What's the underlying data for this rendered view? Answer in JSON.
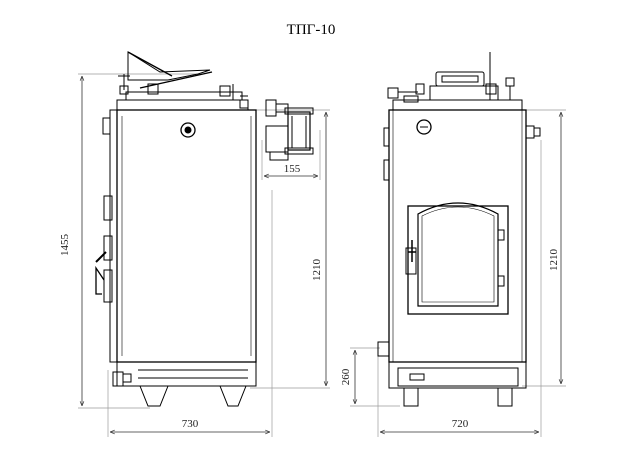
{
  "title": "ТПГ-10",
  "side_view": {
    "dims": {
      "total_height": "1455",
      "body_height": "1210",
      "flue_offset": "155",
      "depth": "730"
    }
  },
  "front_view": {
    "dims": {
      "body_height": "1210",
      "inlet_height": "260",
      "width": "720"
    }
  },
  "colors": {
    "line": "#000000",
    "dim": "#333333",
    "ext": "#9a9a9a"
  }
}
